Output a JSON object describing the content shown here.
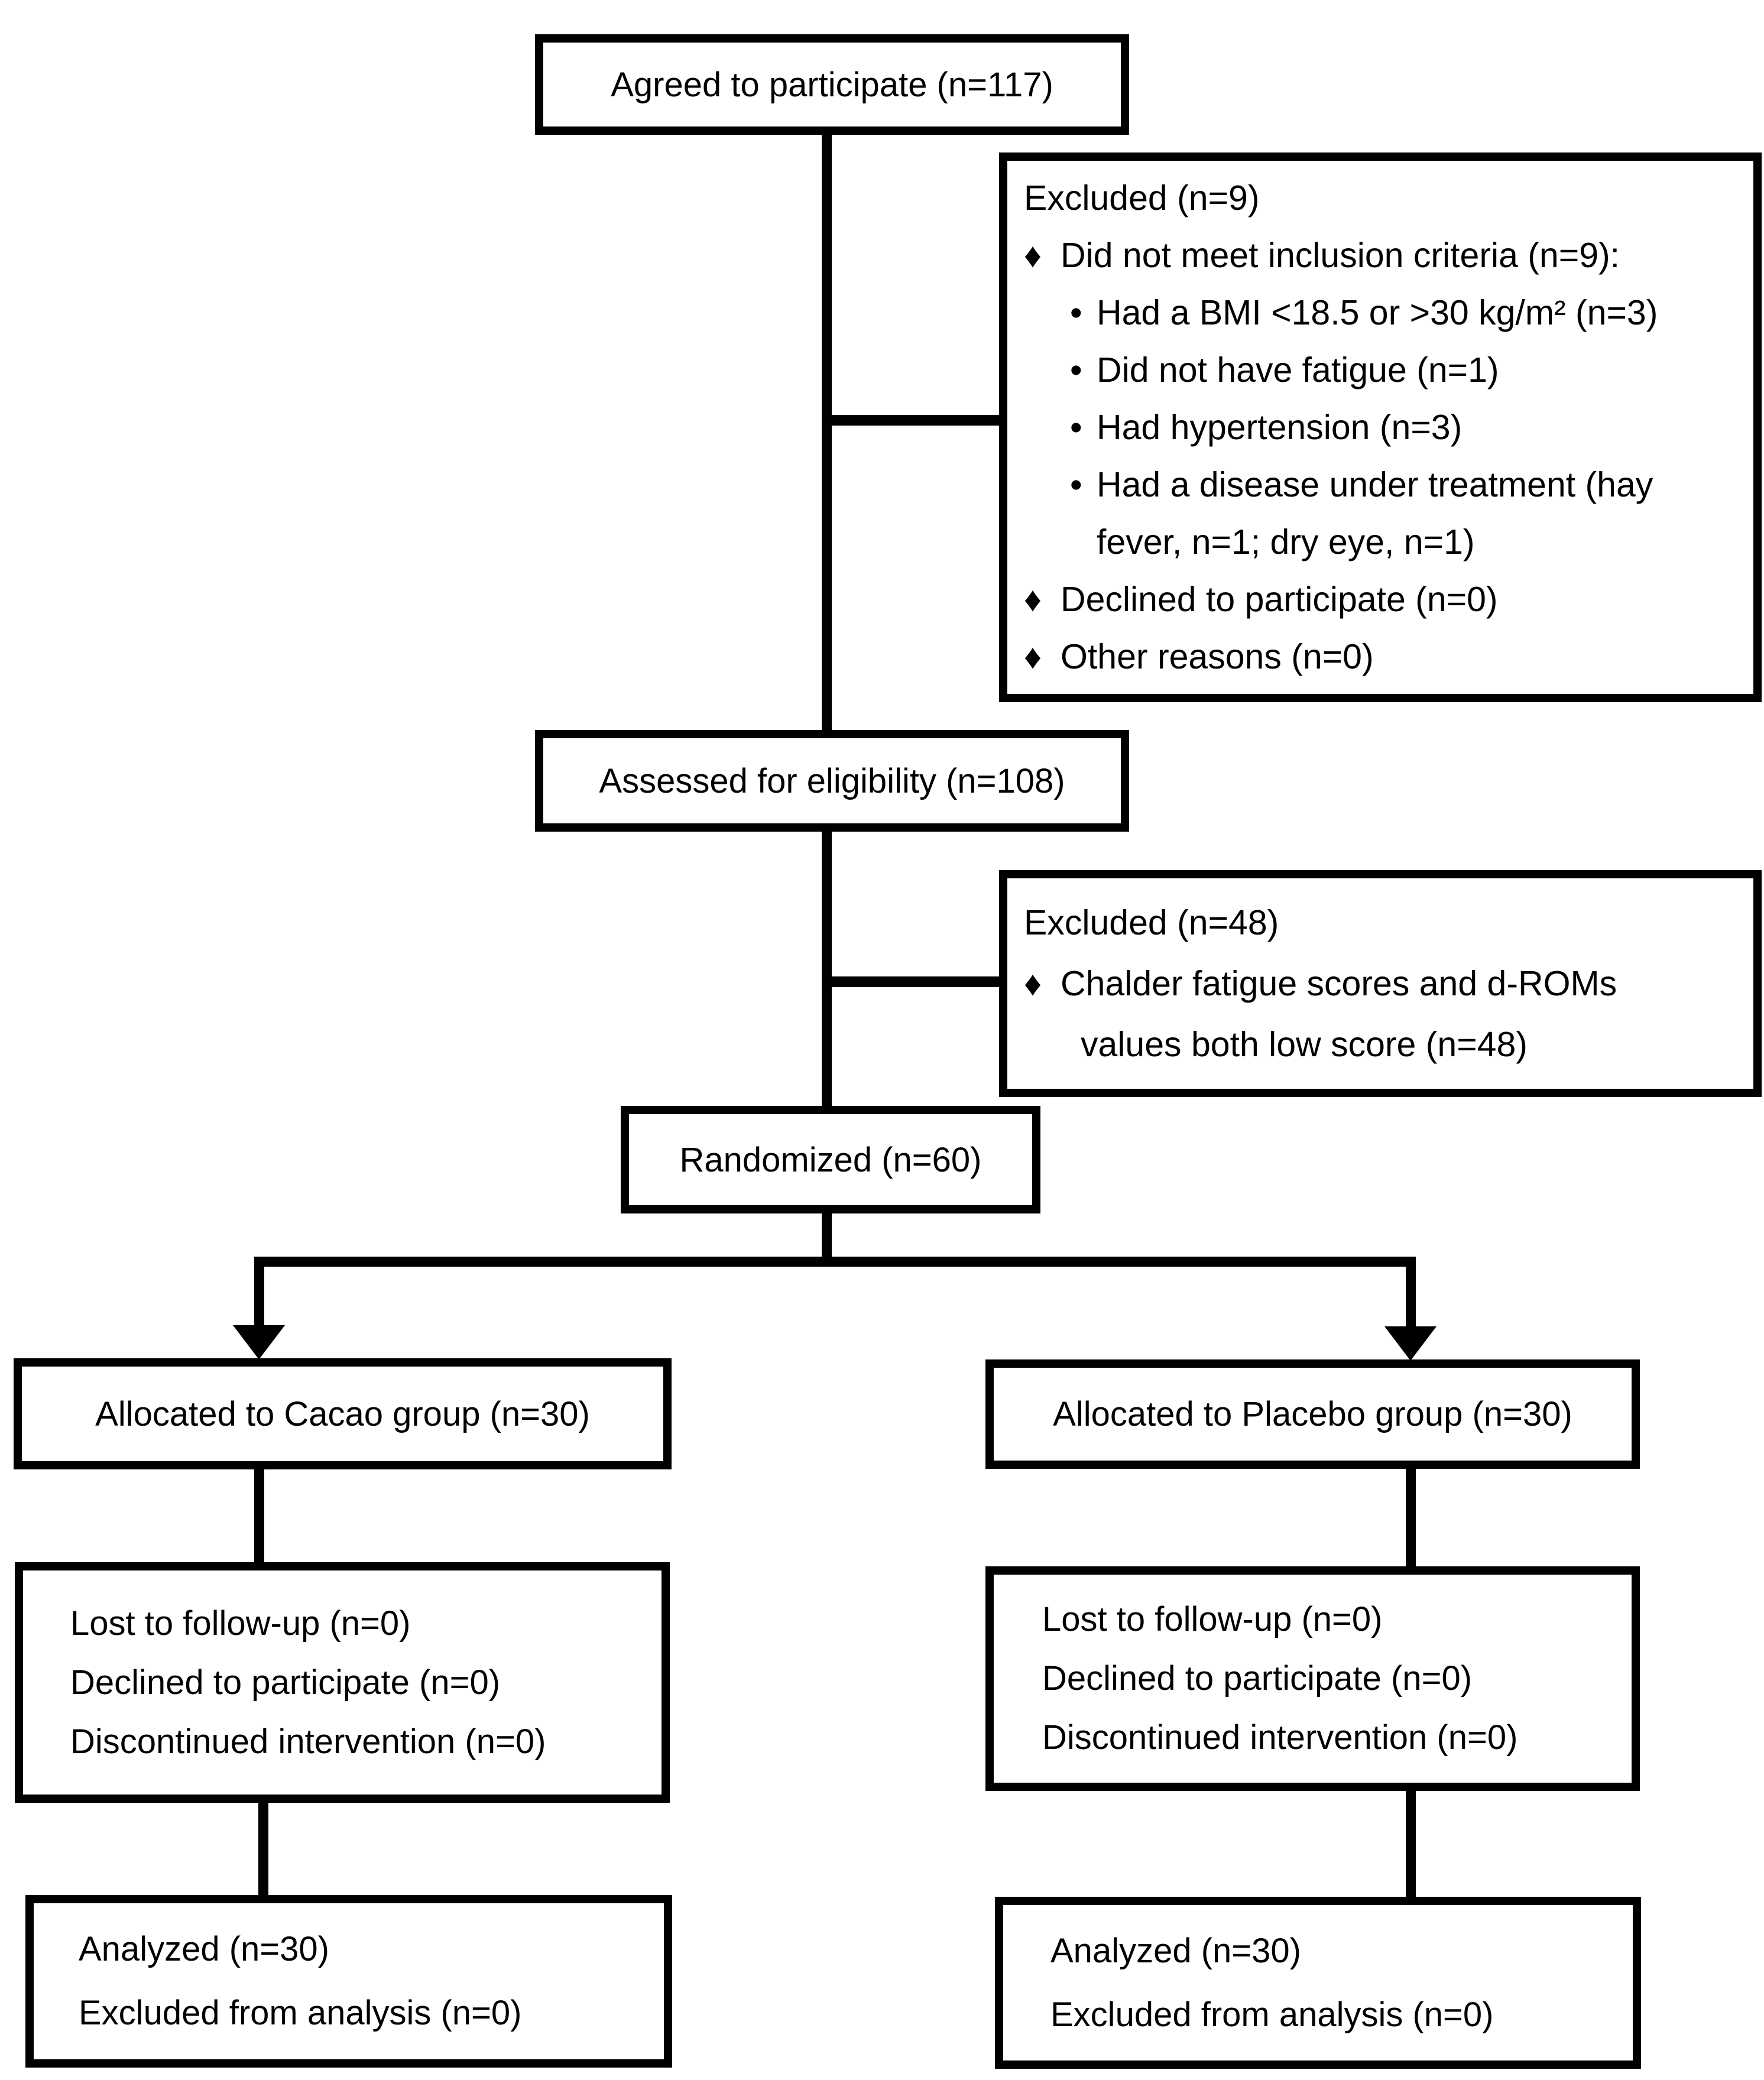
{
  "diagram": {
    "colors": {
      "line": "#000000",
      "text": "#000000",
      "background": "#ffffff"
    },
    "agreed": {
      "label": "Agreed to participate (n=117)"
    },
    "excluded_initial": {
      "title": "Excluded (n=9)",
      "items": [
        {
          "bullet": "♦",
          "text": "Did not meet inclusion criteria (n=9):"
        },
        {
          "bullet": "•",
          "text": "Had a BMI <18.5 or >30 kg/m² (n=3)"
        },
        {
          "bullet": "•",
          "text": "Did not have fatigue (n=1)"
        },
        {
          "bullet": "•",
          "text": "Had hypertension (n=3)"
        },
        {
          "bullet": "•",
          "text": "Had a disease under treatment (hay"
        },
        {
          "bullet": "",
          "text": "fever, n=1; dry eye, n=1)"
        },
        {
          "bullet": "♦",
          "text": "Declined to participate (n=0)"
        },
        {
          "bullet": "♦",
          "text": "Other reasons (n=0)"
        }
      ]
    },
    "assessed": {
      "label": "Assessed for eligibility (n=108)"
    },
    "excluded_screening": {
      "title": "Excluded (n=48)",
      "items": [
        {
          "bullet": "♦",
          "text": "Chalder fatigue scores and d-ROMs"
        },
        {
          "bullet": "",
          "text": "values both low score (n=48)"
        }
      ]
    },
    "randomized": {
      "label": "Randomized (n=60)"
    },
    "cacao": {
      "allocated_label": "Allocated to Cacao group (n=30)",
      "followup_lines": [
        "Lost to follow-up (n=0)",
        "Declined to participate (n=0)",
        "Discontinued intervention (n=0)"
      ],
      "analysis_lines": [
        "Analyzed (n=30)",
        "Excluded from analysis (n=0)"
      ]
    },
    "placebo": {
      "allocated_label": "Allocated to Placebo group (n=30)",
      "followup_lines": [
        "Lost to follow-up (n=0)",
        "Declined to participate (n=0)",
        "Discontinued intervention (n=0)"
      ],
      "analysis_lines": [
        "Analyzed (n=30)",
        "Excluded from analysis (n=0)"
      ]
    }
  }
}
